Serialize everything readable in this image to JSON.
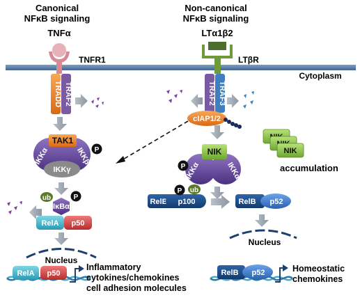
{
  "headers": {
    "canonical_line1": "Canonical",
    "canonical_line2": "NFκB signaling",
    "noncanonical_line1": "Non-canonical",
    "noncanonical_line2": "NFκB signaling"
  },
  "ligands": {
    "left": "TNFα",
    "right": "LTα1β2"
  },
  "receptors": {
    "left": "TNFR1",
    "right": "LTβR"
  },
  "membrane": {
    "cytoplasm_label": "Cytoplasm"
  },
  "adaptors": {
    "tradd": "TRADD",
    "traf2_left": "TRAF2",
    "traf2_right": "TRAF2",
    "traf3": "TRAF3",
    "ciap": "cIAP1/2"
  },
  "kinases": {
    "tak1": "TAK1",
    "ikka": "IKKα",
    "ikkb": "IKKβ",
    "ikkg": "IKKγ",
    "nik": "NIK",
    "ikka_right_1": "IKKα",
    "ikka_right_2": "IKKα"
  },
  "modifications": {
    "phospho": "P",
    "ubiquitin": "ub"
  },
  "nik_accumulation": {
    "nik_label": "NIK",
    "caption": "accumulation"
  },
  "nfkb": {
    "ikba": "IκBα",
    "rela": "RelA",
    "p50": "p50",
    "relb": "RelB",
    "p100": "p100",
    "p52": "p52"
  },
  "nucleus": {
    "left": "Nucleus",
    "right": "Nucleus"
  },
  "outputs": {
    "canonical_line1": "Inflammatory",
    "canonical_line2": "cytokines/chemokines",
    "canonical_line3": "cell adhesion molecules",
    "noncanonical_line1": "Homeostatic",
    "noncanonical_line2": "chemokines"
  },
  "colors": {
    "membrane": "#5b7fa8",
    "tradd": "#e8822c",
    "traf": "#7a5aa0",
    "traf3": "#3f7fbf",
    "ciap": "#e8822c",
    "tak1": "#e8822c",
    "ikk": "#6b4fa0",
    "ikkg": "#8a8a8a",
    "nik": "#8bc34a",
    "relb": "#1e4f8c",
    "p52": "#3f7fd6",
    "rela": "#3fb3c9",
    "p50": "#d64545",
    "ub": "#5a7a2a",
    "arrow": "#9aa3ad",
    "dots_purple": "#7a3fa0",
    "dots_blue": "#3f7fbf"
  }
}
